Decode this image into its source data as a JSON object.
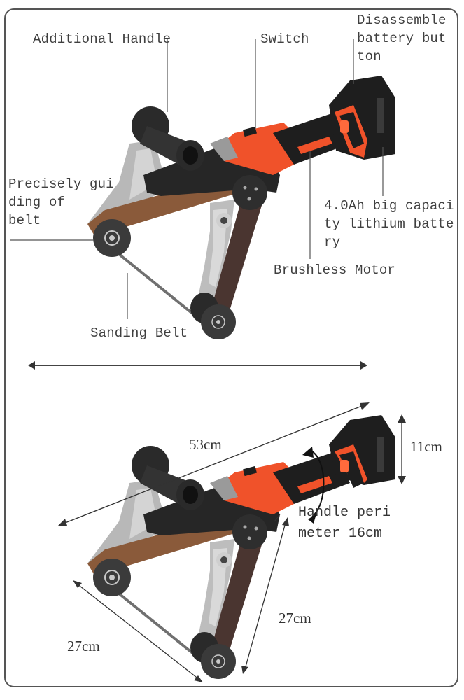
{
  "top_section": {
    "labels": {
      "additional_handle": "Additional Handle",
      "switch": "Switch",
      "battery_button": [
        "Disassemble",
        "battery but",
        "ton"
      ],
      "guiding": [
        "Precisely gui",
        "ding of",
        "belt"
      ],
      "battery_capacity": [
        "4.0Ah big capaci",
        "ty lithium batte",
        "ry"
      ],
      "brushless_motor": "Brushless Motor",
      "sanding_belt": "Sanding Belt"
    }
  },
  "bottom_section": {
    "dimensions": {
      "length": "53cm",
      "battery_height": "11cm",
      "handle_perimeter": [
        "Handle peri",
        "meter 16cm"
      ],
      "arm_right": "27cm",
      "arm_left": "27cm"
    }
  },
  "colors": {
    "tool_orange": "#f0522a",
    "tool_black": "#1e1e1e",
    "metal_gray": "#b9b9b9",
    "belt_brown": "#8a5a3a",
    "belt_dark": "#4a3530",
    "frame_border": "#555555"
  }
}
